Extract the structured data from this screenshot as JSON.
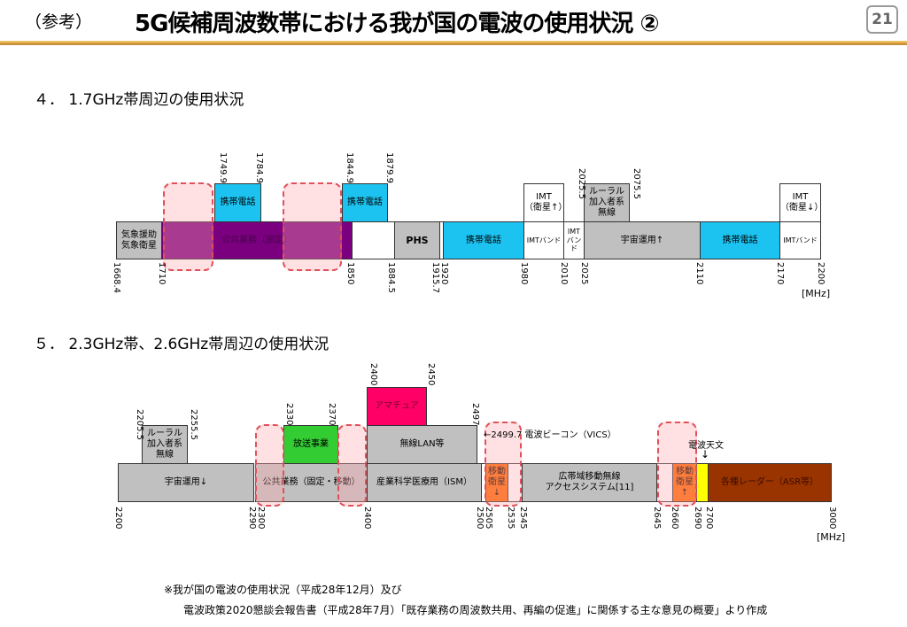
{
  "header": {
    "ref": "（参考）",
    "title": "5G候補周波数帯における我が国の電波の使用状況 ②",
    "page": "21"
  },
  "section4": {
    "title": "４．  1.7GHz帯周辺の使用状況",
    "bands": {
      "meteo": "気象援助\n気象衛星",
      "public": "公共業務（固定）",
      "phs": "PHS",
      "mobile1": "携帯電話",
      "imt1": "IMTバンド",
      "imt2": "IMT\nバンド",
      "space_up": "宇宙運用↑",
      "mobile2": "携帯電話",
      "imt3": "IMTバンド",
      "up_mobile1": "携帯電話",
      "up_mobile2": "携帯電話",
      "imt_sat_up": "IMT\n（衛星↑）",
      "rural": "ルーラル\n加入者系\n無線",
      "imt_sat_down": "IMT\n（衛星↓）"
    },
    "ticks_below": [
      "1668.4",
      "1710",
      "1850",
      "1884.5",
      "1915.7",
      "1920",
      "1980",
      "2010",
      "2025",
      "2110",
      "2170",
      "2200"
    ],
    "ticks_above": [
      "1749.9",
      "1784.9",
      "1844.9",
      "1879.9",
      "2025.5",
      "2075.5"
    ],
    "unit": "[MHz]"
  },
  "section5": {
    "title": "５．  2.3GHz帯、2.6GHz帯周辺の使用状況",
    "bands": {
      "space_down": "宇宙運用↓",
      "public": "公共業務（固定・移動）",
      "ism": "産業科学医療用（ISM）",
      "mss_down": "移動\n衛星↓",
      "bwa": "広帯域移動無線\nアクセスシステム[11]",
      "mss_up": "移動\n衛星↑",
      "radar": "各種レーダー（ASR等）",
      "rural": "ルーラル\n加入者系\n無線",
      "broadcast": "放送事業",
      "wlan": "無線LAN等",
      "amateur": "アマチュア"
    },
    "vics": "←2499.7  電波ビーコン（VICS）",
    "radio_astro": "電波天文",
    "ticks_below": [
      "2200",
      "2290",
      "2300",
      "2400",
      "2500",
      "2505",
      "2535",
      "2545",
      "2645",
      "2660",
      "2690",
      "2700",
      "3000"
    ],
    "ticks_above": [
      "2205.5",
      "2255.5",
      "2330",
      "2370",
      "2400",
      "2450",
      "2497"
    ],
    "unit": "[MHz]"
  },
  "footnote": {
    "line1": "※我が国の電波の使用状況（平成28年12月）及び",
    "line2": "電波政策2020懇談会報告書（平成28年7月）「既存業務の周波数共用、再編の促進」に関係する主な意見の概要」より作成"
  }
}
